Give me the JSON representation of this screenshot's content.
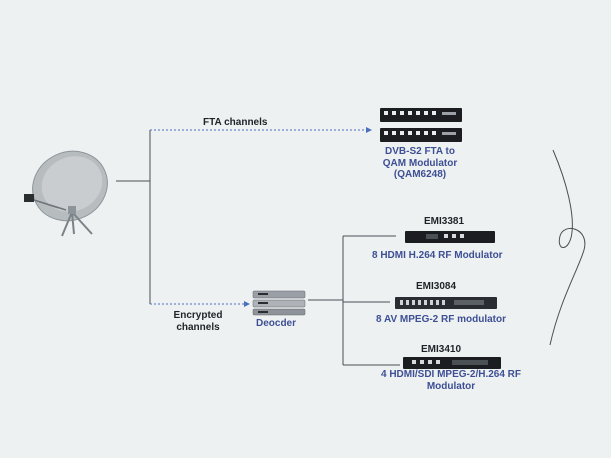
{
  "source": {
    "icon": "satellite-dish-icon"
  },
  "paths": {
    "fta_label": "FTA channels",
    "encrypted_label_line1": "Encrypted",
    "encrypted_label_line2": "channels"
  },
  "decoder": {
    "icon": "decoder-device-icon",
    "label": "Deocder"
  },
  "fta_modulator": {
    "icon": "rack-modulator-icon",
    "line1": "DVB-S2 FTA to",
    "line2": "QAM Modulator",
    "line3": "(QAM6248)"
  },
  "modulators": [
    {
      "model": "EMI3381",
      "description": "8 HDMI H.264 RF Modulator",
      "icon": "rack-modulator-icon"
    },
    {
      "model": "EMI3084",
      "description": "8 AV MPEG-2 RF modulator",
      "icon": "rack-modulator-icon"
    },
    {
      "model": "EMI3410",
      "description_line1": "4 HDMI/SDI MPEG-2/H.264 RF",
      "description_line2": "Modulator",
      "icon": "rack-modulator-icon"
    }
  ],
  "colors": {
    "line": "#4a4f56",
    "dashed": "#4a6fbf",
    "label_blue": "#3d4f95",
    "label_dark": "#1f2328",
    "device_body": "#1b1d20"
  }
}
